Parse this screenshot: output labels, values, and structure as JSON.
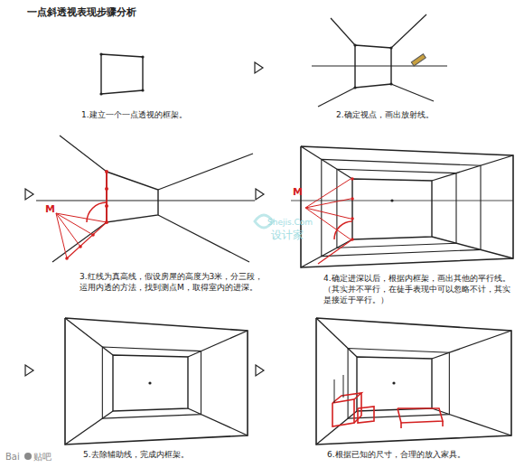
{
  "diagram": {
    "title": "一点斜透视表现步骤分析",
    "labels": [
      "1.建立一个一点透视的框架。",
      "2.确定视点，画出放射线。",
      "3.红线为真高线，假设房屋的高度为3米，分三段，运用内透的方法，找到测点M，取得室内的进深。",
      "4.确定进深以后，根据内框架，画出其他的平行线。（其实并不平行，在徒手表现中可以忽略不计，其实是接近于平行。）",
      "5.去除辅助线，完成内框架。",
      "6.根据已知的尺寸，合理的放入家具。",
      "M",
      "M",
      "Shejis.Com",
      "设计家",
      "Bai",
      "贴吧"
    ]
  }
}
